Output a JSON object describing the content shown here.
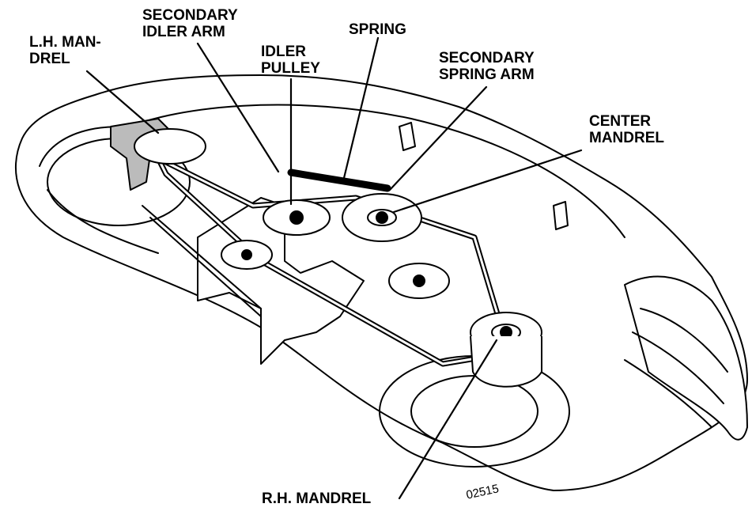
{
  "labels": {
    "lh_mandrel": {
      "line1": "L.H. MAN-",
      "line2": "DREL"
    },
    "secondary_idler_arm": {
      "line1": "SECONDARY",
      "line2": "IDLER ARM"
    },
    "idler_pulley": {
      "line1": "IDLER",
      "line2": "PULLEY"
    },
    "spring": {
      "line1": "SPRING"
    },
    "secondary_spring_arm": {
      "line1": "SECONDARY",
      "line2": "SPRING ARM"
    },
    "center_mandrel": {
      "line1": "CENTER",
      "line2": "MANDREL"
    },
    "rh_mandrel": {
      "line1": "R.H. MANDREL"
    }
  },
  "part_number": "02515"
}
